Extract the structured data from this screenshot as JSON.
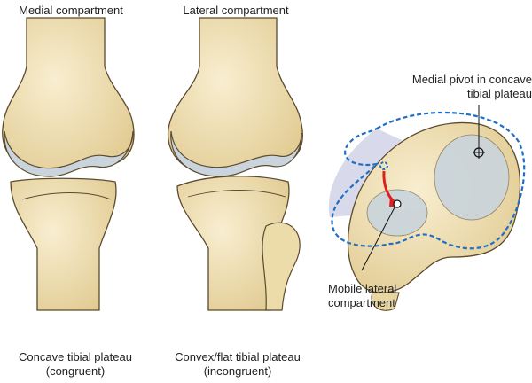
{
  "labels": {
    "medial_compartment": "Medial compartment",
    "lateral_compartment": "Lateral compartment",
    "medial_pivot_line1": "Medial pivot in concave",
    "medial_pivot_line2": "tibial plateau",
    "mobile_lateral_line1": "Mobile lateral",
    "mobile_lateral_line2": "compartment",
    "concave_line1": "Concave tibial plateau",
    "concave_line2": "(congruent)",
    "convex_line1": "Convex/flat tibial plateau",
    "convex_line2": "(incongruent)"
  },
  "colors": {
    "bone": "#f3e6c0",
    "bone_shade": "#e3cf98",
    "outline": "#5b4a2e",
    "cartilage": "#c9d4dc",
    "dashed": "#1f6fc4",
    "pivot_area": "#d9d9ec",
    "arrow": "#e0201c"
  }
}
